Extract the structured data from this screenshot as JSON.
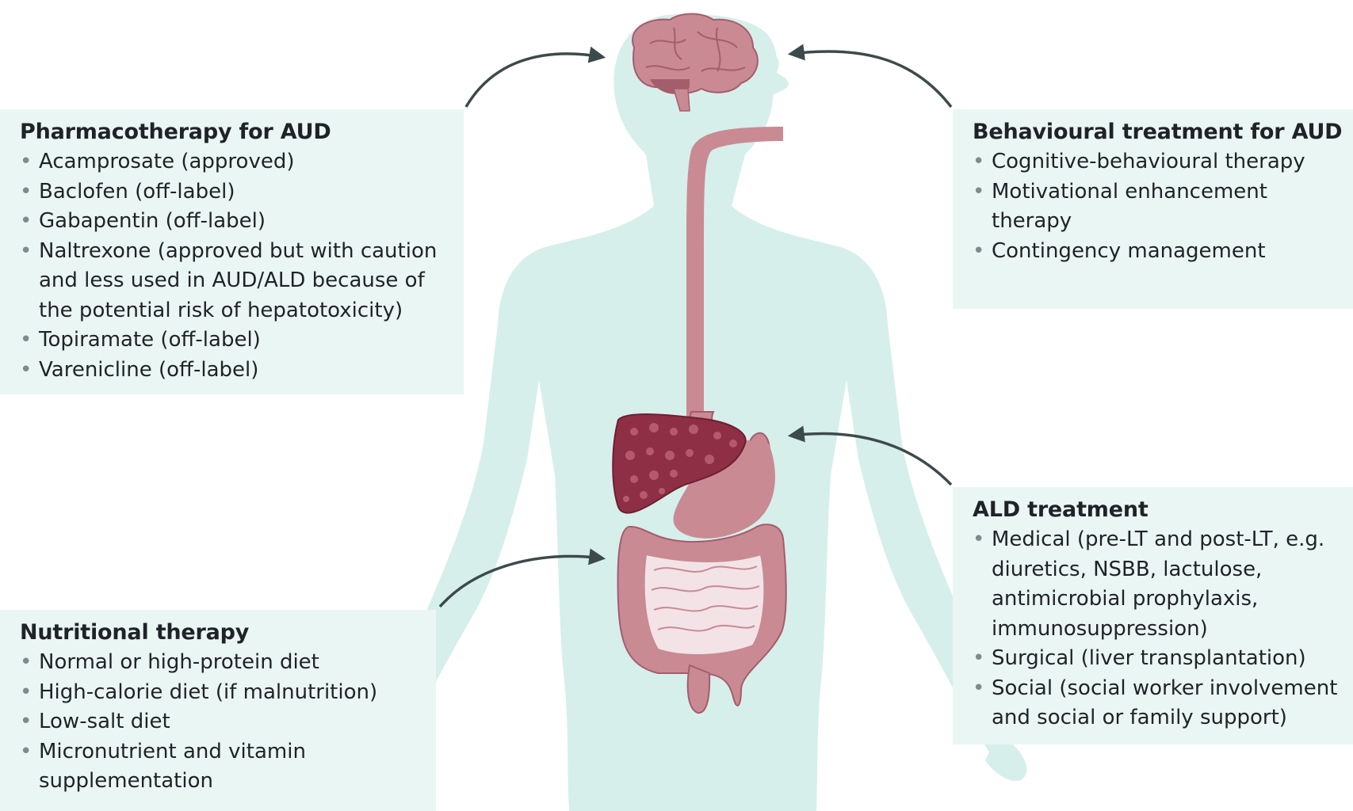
{
  "colors": {
    "body": "#d6efea",
    "organ": "#c98a94",
    "organ_dark": "#a45d6c",
    "liver": "#8e2f45",
    "arrow": "#3d4a4c",
    "box_bg": "#eaf6f3"
  },
  "boxes": {
    "pharmacotherapy": {
      "title": "Pharmacotherapy for AUD",
      "items": [
        "Acamprosate (approved)",
        "Baclofen (off-label)",
        "Gabapentin (off-label)",
        "Naltrexone (approved but with caution and less used in AUD/ALD because of the potential risk of hepatotoxicity)",
        "Topiramate (off-label)",
        "Varenicline (off-label)"
      ]
    },
    "behavioural": {
      "title": "Behavioural treatment for AUD",
      "items": [
        "Cognitive-behavioural therapy",
        "Motivational enhancement therapy",
        "Contingency management"
      ]
    },
    "ald": {
      "title": "ALD treatment",
      "items": [
        "Medical (pre-LT and post-LT, e.g. diuretics, NSBB, lactulose, antimicrobial prophylaxis, immunosuppression)",
        "Surgical (liver transplantation)",
        "Social (social worker involvement and social or family support)"
      ]
    },
    "nutritional": {
      "title": "Nutritional therapy",
      "items": [
        "Normal or high-protein diet",
        "High-calorie diet (if malnutrition)",
        "Low-salt diet",
        "Micronutrient and vitamin supplementation"
      ]
    }
  }
}
